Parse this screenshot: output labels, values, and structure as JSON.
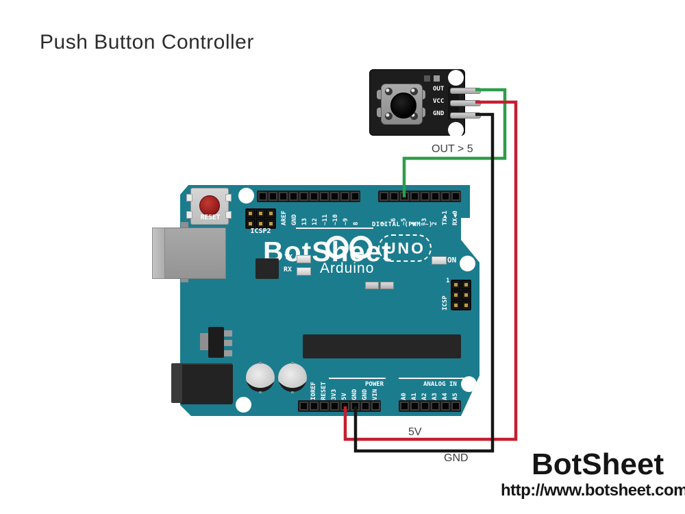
{
  "title": "Push Button Controller",
  "footer": {
    "brand": "BotSheet",
    "url": "http://www.botsheet.com"
  },
  "wire_labels": {
    "signal": "OUT > 5",
    "power": "5V",
    "ground": "GND"
  },
  "wire_colors": {
    "signal": "#2d9e49",
    "power": "#c41f30",
    "ground": "#161616"
  },
  "button_module": {
    "pin_labels": [
      "OUT",
      "VCC",
      "GND"
    ]
  },
  "arduino": {
    "board_color": "#1b7c8e",
    "watermark": "BotSheet",
    "brand": "Arduino",
    "model_badge": "UNO",
    "reset_label": "RESET",
    "icsp2_label": "ICSP2",
    "icsp_label": "ICSP",
    "icsp_pin1_label": "1",
    "on_label": "ON",
    "tx_label": "TX",
    "rx_label": "RX",
    "digital_caption": "DIGITAL (PWM=~)",
    "digital_pins_left": [
      "AREF",
      "GND",
      "13",
      "12",
      "~11",
      "~10",
      "~9",
      "8"
    ],
    "digital_pins_right": [
      "7",
      "~6",
      "~5",
      "4",
      "~3",
      "2",
      "TX▶1",
      "RX◀0"
    ],
    "power_caption": "POWER",
    "power_pins": [
      "IOREF",
      "RESET",
      "3V3",
      "5V",
      "GND",
      "GND",
      "VIN"
    ],
    "analog_caption": "ANALOG IN",
    "analog_pins": [
      "A0",
      "A1",
      "A2",
      "A3",
      "A4",
      "A5"
    ]
  }
}
